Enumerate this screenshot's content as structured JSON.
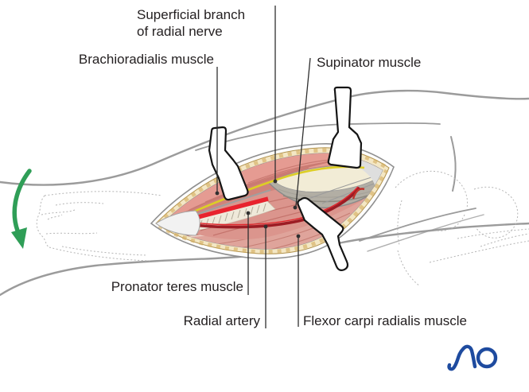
{
  "figure": {
    "type": "anatomical-illustration",
    "subject": "Anterolateral surgical approach to the proximal forearm (Henry approach)"
  },
  "labels": {
    "superficial_branch": {
      "line1": "Superficial branch",
      "line2": "of radial nerve"
    },
    "brachioradialis": {
      "text": "Brachioradialis muscle"
    },
    "supinator": {
      "text": "Supinator muscle"
    },
    "pronator_teres": {
      "text": "Pronator teres muscle"
    },
    "radial_artery": {
      "text": "Radial artery"
    },
    "flexor_carpi_radialis": {
      "text": "Flexor carpi radialis muscle"
    }
  },
  "logo": {
    "text": "AO",
    "color": "#1e4b9f"
  },
  "icons": {
    "rotation_arrow": {
      "name": "curved-rotation-arrow",
      "glyph": "⤵",
      "color": "#2f9e57"
    }
  },
  "palette": {
    "artery_red_loop": "#e8232e",
    "artery_dark": "#9c1c24",
    "nerve_yellow": "#ddce25",
    "muscle_pink": "#e59b92",
    "muscle_deep": "#a5524a",
    "fat_cream": "#f4e7c4",
    "tendon_white": "#efe9da",
    "arrow_green": "#2f9e57",
    "logo_blue": "#1e4b9f",
    "outline_gray": "#9b9b9b",
    "label_ink": "#231f20"
  }
}
